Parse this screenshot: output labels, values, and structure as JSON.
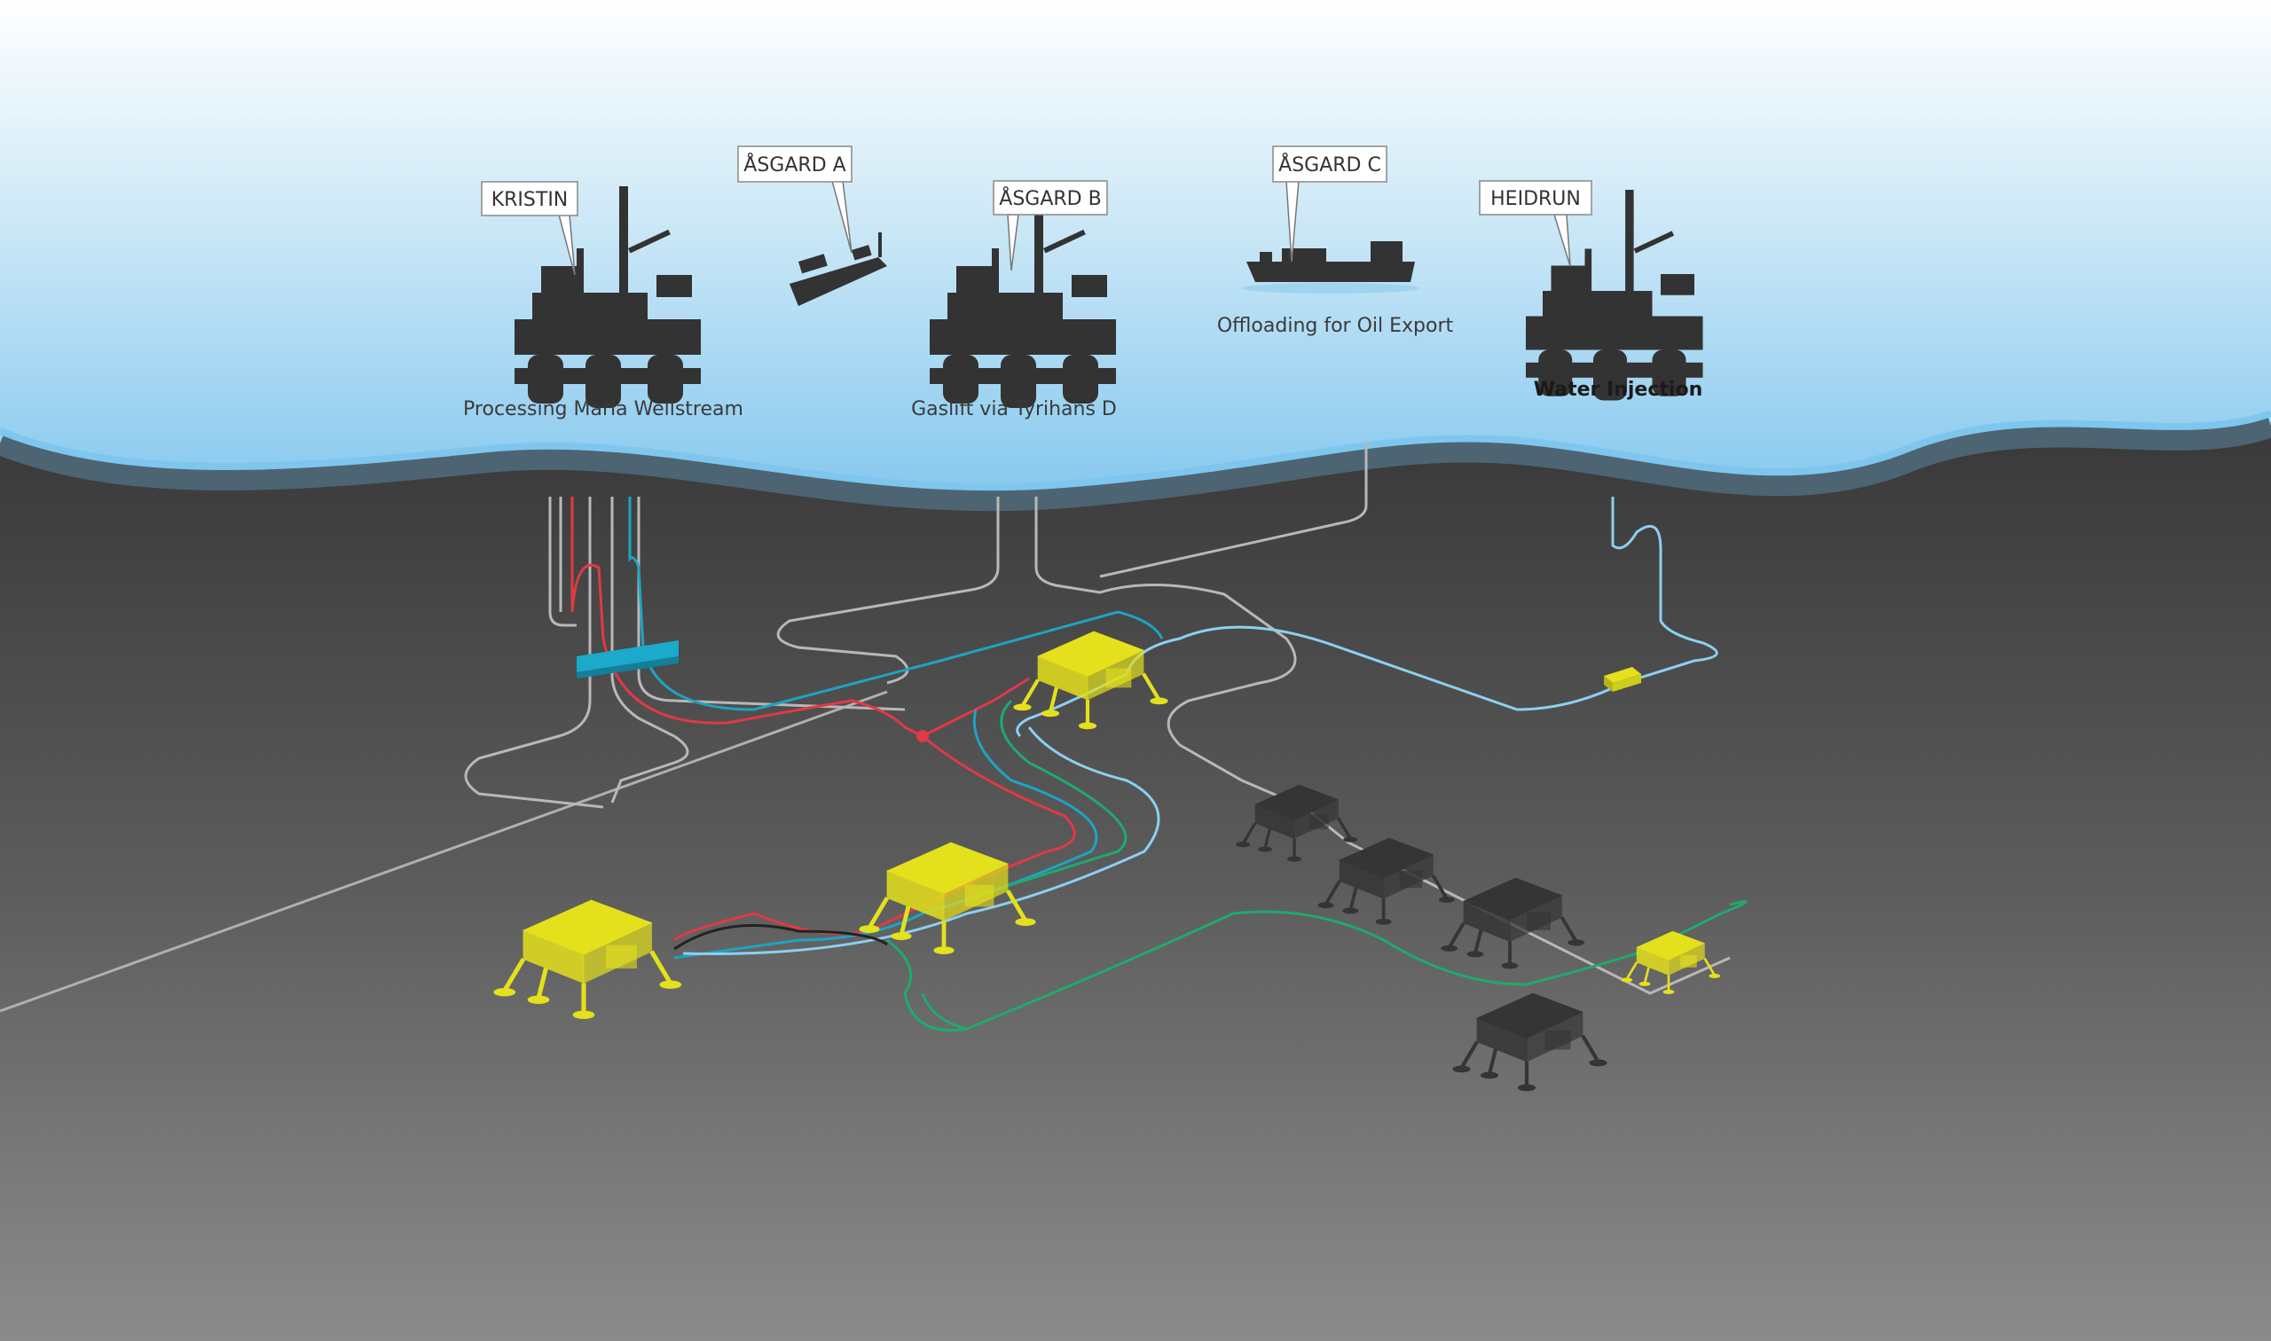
{
  "platforms": {
    "kristin": {
      "label": "KRISTIN",
      "caption": "Processing Maria Wellstream"
    },
    "asgard_a": {
      "label": "ÅSGARD A"
    },
    "asgard_b": {
      "label": "ÅSGARD B",
      "caption": "Gaslift via Tyrihans D"
    },
    "asgard_c": {
      "label": "ÅSGARD C",
      "caption": "Offloading for Oil Export"
    },
    "heidrun": {
      "label": "HEIDRUN",
      "caption": "Water Injection"
    }
  },
  "colors": {
    "sky_top": "#ffffff",
    "sky_bottom": "#7fc6ee",
    "wave_band": "#4d6473",
    "seabed_top": "#3a3a3a",
    "seabed_bottom": "#8a8a8a",
    "silhouette": "#333333",
    "subsea_active": "#e4e01c",
    "subsea_inactive": "#353535",
    "line_red": "#e03a45",
    "line_teal": "#1fa3c0",
    "line_green": "#1faa6e",
    "line_lightblue": "#8bd0f2",
    "line_grey": "#b8b8b8",
    "manifold_blue": "#1ba9cc"
  },
  "icons": {
    "platform": "semi-submersible-platform-icon",
    "ship": "fpso-ship-icon",
    "template": "subsea-template-icon"
  }
}
